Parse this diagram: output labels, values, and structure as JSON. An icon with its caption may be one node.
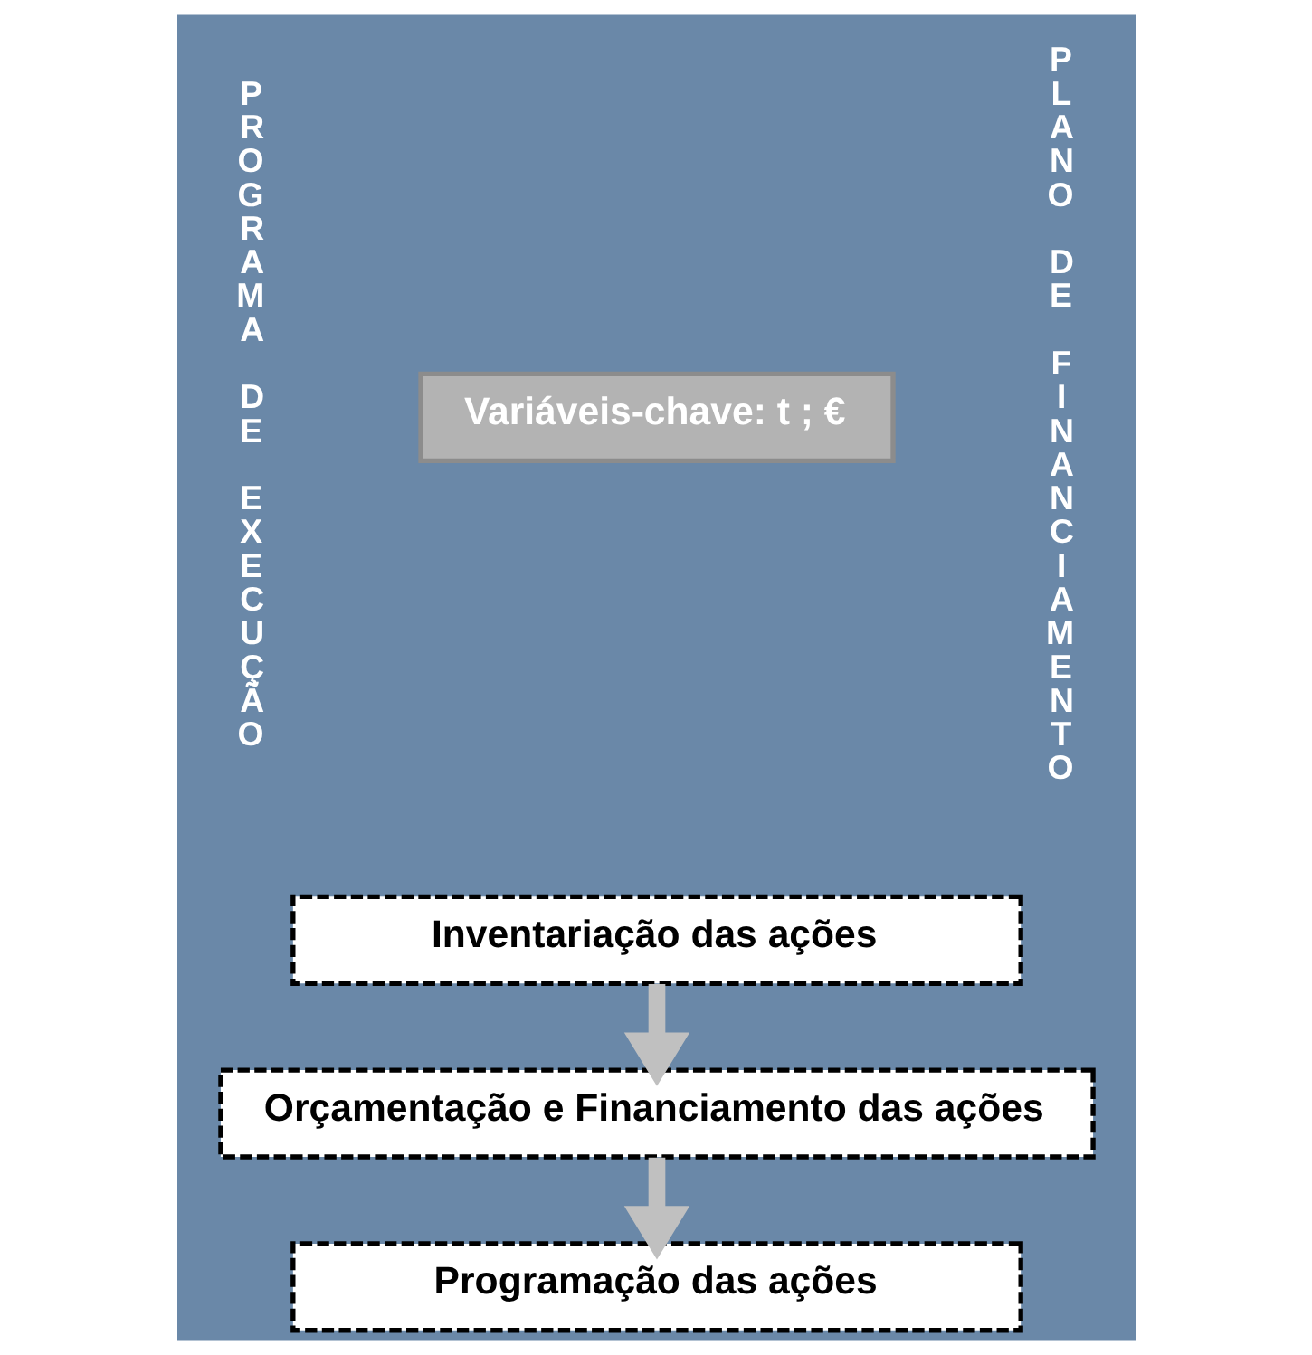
{
  "diagram": {
    "nodes": [
      {
        "text": [
          "Variáveis-chave: t ; €"
        ]
      },
      {
        "text": [
          "Inventariação das ações"
        ]
      },
      {
        "text": [
          "Orçamentação e Financiamento das ações"
        ]
      },
      {
        "text": [
          "Programação das ações"
        ]
      }
    ],
    "edges": [
      {
        "from": 1,
        "to": 2,
        "arrow": "to"
      },
      {
        "from": 2,
        "to": 3,
        "arrow": "to"
      }
    ],
    "labels": [
      "PROGRAMA DE EXECUÇÃO",
      "PLANO DE FINANCIAMENTO"
    ]
  }
}
